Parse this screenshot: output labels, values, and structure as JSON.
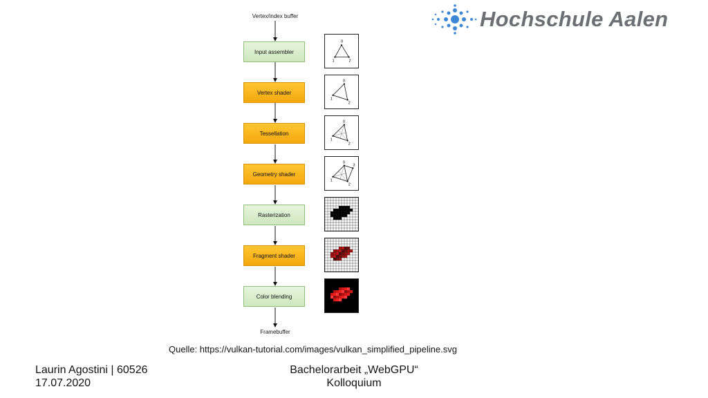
{
  "diagram": {
    "input_label": "Vertex/index buffer",
    "output_label": "Framebuffer",
    "stages": [
      {
        "label": "Input assembler",
        "style": "green"
      },
      {
        "label": "Vertex shader",
        "style": "orange"
      },
      {
        "label": "Tessellation",
        "style": "orange"
      },
      {
        "label": "Geometry shader",
        "style": "orange"
      },
      {
        "label": "Rasterization",
        "style": "green"
      },
      {
        "label": "Fragment shader",
        "style": "orange"
      },
      {
        "label": "Color blending",
        "style": "green"
      }
    ],
    "thumb_labels": {
      "v0": "0",
      "v1": "1",
      "v2": "2",
      "v3": "3"
    }
  },
  "logo": {
    "text": "Hochschule Aalen"
  },
  "source": "Quelle: https://vulkan-tutorial.com/images/vulkan_simplified_pipeline.svg",
  "footer": {
    "author": "Laurin Agostini | 60526",
    "date": "17.07.2020",
    "thesis": "Bachelorarbeit „WebGPU“",
    "event": "Kolloquium"
  },
  "colors": {
    "green_stage": "#d8eecb",
    "orange_stage": "#f9b51b",
    "raster_fill": "#000000",
    "fragment_fill": "#b01010",
    "blend_fill": "#e01818"
  }
}
